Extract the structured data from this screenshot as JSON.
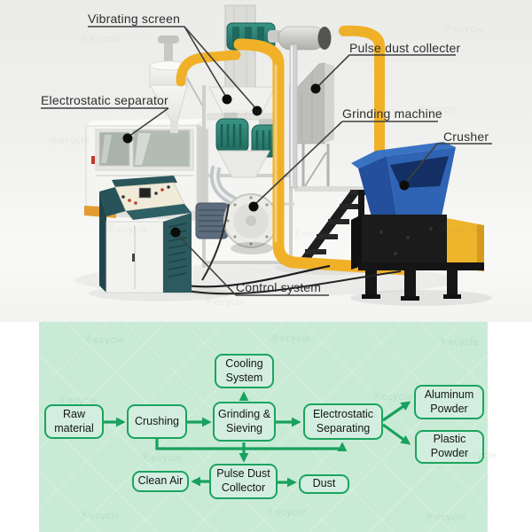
{
  "photo_labels": {
    "vibrating_screen": "Vibrating screen",
    "pulse_dust_collecter": "Pulse dust collecter",
    "electrostatic_separator": "Electrostatic separator",
    "grinding_machine": "Grinding machine",
    "crusher": "Crusher",
    "control_system": "Control system"
  },
  "flowchart": {
    "nodes": {
      "raw_material": "Raw material",
      "crushing": "Crushing",
      "cooling_system": "Cooling System",
      "grinding_sieving": "Grinding & Sieving",
      "electrostatic_separating": "Electrostatic Separating",
      "aluminum_powder": "Aluminum Powder",
      "plastic_powder": "Plastic Powder",
      "pulse_dust_collector": "Pulse Dust Collector",
      "clean_air": "Clean Air",
      "dust": "Dust"
    },
    "edges": [
      {
        "from": "Raw material",
        "to": "Crushing"
      },
      {
        "from": "Crushing",
        "to": "Grinding & Sieving"
      },
      {
        "from": "Crushing",
        "to": "Electrostatic Separating"
      },
      {
        "from": "Grinding & Sieving",
        "to": "Cooling System"
      },
      {
        "from": "Grinding & Sieving",
        "to": "Electrostatic Separating"
      },
      {
        "from": "Grinding & Sieving",
        "to": "Pulse Dust Collector"
      },
      {
        "from": "Electrostatic Separating",
        "to": "Aluminum Powder"
      },
      {
        "from": "Electrostatic Separating",
        "to": "Plastic Powder"
      },
      {
        "from": "Pulse Dust Collector",
        "to": "Clean Air"
      },
      {
        "from": "Pulse Dust Collector",
        "to": "Dust"
      }
    ],
    "colors": {
      "background": "#c9ebd6",
      "node_fill": "#d3eee0",
      "node_border": "#1ca45f",
      "arrow": "#19a15e",
      "text": "#151515"
    }
  },
  "machine_colors": {
    "pipe_yellow": "#f0b128",
    "crusher_blue": "#2f63b4",
    "crusher_black": "#1b1b1b",
    "console_teal": "#2c5a5e",
    "motor_teal": "#2d8175",
    "machine_gray": "#e7e7e3"
  },
  "watermark": {
    "text": "Recycle"
  }
}
